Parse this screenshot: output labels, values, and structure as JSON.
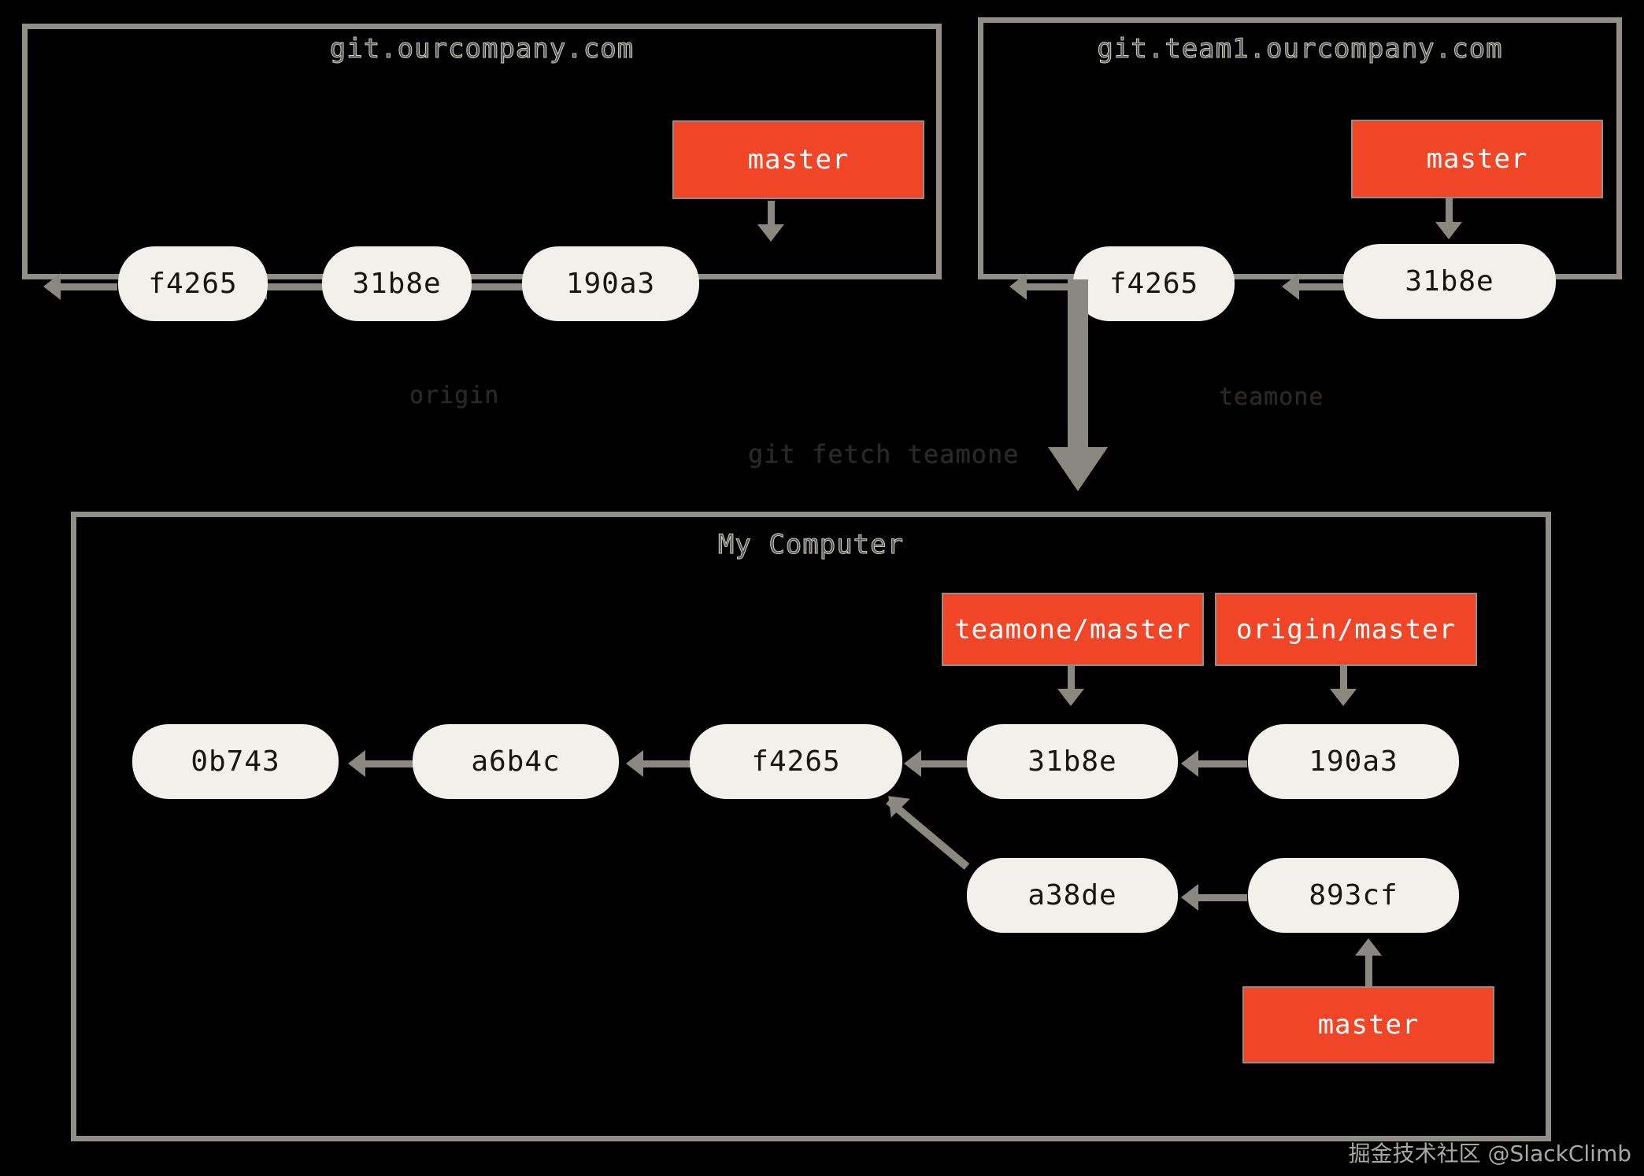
{
  "panels": {
    "origin": {
      "title": "git.ourcompany.com",
      "caption": "origin",
      "commits": [
        {
          "id": "f4265"
        },
        {
          "id": "31b8e"
        },
        {
          "id": "190a3"
        }
      ],
      "refs": [
        {
          "label": "master",
          "points_to": "190a3"
        }
      ]
    },
    "teamone": {
      "title": "git.team1.ourcompany.com",
      "caption": "teamone",
      "commits": [
        {
          "id": "f4265"
        },
        {
          "id": "31b8e"
        }
      ],
      "refs": [
        {
          "label": "master",
          "points_to": "31b8e"
        }
      ]
    },
    "local": {
      "title": "My Computer",
      "commits": [
        {
          "id": "0b743"
        },
        {
          "id": "a6b4c"
        },
        {
          "id": "f4265"
        },
        {
          "id": "31b8e"
        },
        {
          "id": "190a3"
        },
        {
          "id": "a38de"
        },
        {
          "id": "893cf"
        }
      ],
      "refs": [
        {
          "label": "teamone/master",
          "points_to": "31b8e"
        },
        {
          "label": "origin/master",
          "points_to": "190a3"
        },
        {
          "label": "master",
          "points_to": "893cf"
        }
      ]
    }
  },
  "fetch_label": "git fetch teamone",
  "watermark": "掘金技术社区 @SlackClimb",
  "colors": {
    "background": "#000000",
    "panel_border": "#908e87",
    "commit_fill": "#f1f0eb",
    "commit_text": "#17150f",
    "ref_fill": "#f04627",
    "ref_text": "#ffffff",
    "connector": "#8a8880",
    "panel_title_text": "#57554f",
    "caption_text": "#2a2824"
  },
  "chart_data": {
    "type": "diagram",
    "title": "Git remote tracking after fetching a second remote",
    "nodes": [
      {
        "name": "origin-f4265",
        "kind": "commit",
        "label": "f4265",
        "panel": "origin"
      },
      {
        "name": "origin-31b8e",
        "kind": "commit",
        "label": "31b8e",
        "panel": "origin"
      },
      {
        "name": "origin-190a3",
        "kind": "commit",
        "label": "190a3",
        "panel": "origin"
      },
      {
        "name": "origin-master",
        "kind": "ref",
        "label": "master",
        "panel": "origin"
      },
      {
        "name": "teamone-f4265",
        "kind": "commit",
        "label": "f4265",
        "panel": "teamone"
      },
      {
        "name": "teamone-31b8e",
        "kind": "commit",
        "label": "31b8e",
        "panel": "teamone"
      },
      {
        "name": "teamone-master",
        "kind": "ref",
        "label": "master",
        "panel": "teamone"
      },
      {
        "name": "local-0b743",
        "kind": "commit",
        "label": "0b743",
        "panel": "local"
      },
      {
        "name": "local-a6b4c",
        "kind": "commit",
        "label": "a6b4c",
        "panel": "local"
      },
      {
        "name": "local-f4265",
        "kind": "commit",
        "label": "f4265",
        "panel": "local"
      },
      {
        "name": "local-31b8e",
        "kind": "commit",
        "label": "31b8e",
        "panel": "local"
      },
      {
        "name": "local-190a3",
        "kind": "commit",
        "label": "190a3",
        "panel": "local"
      },
      {
        "name": "local-a38de",
        "kind": "commit",
        "label": "a38de",
        "panel": "local"
      },
      {
        "name": "local-893cf",
        "kind": "commit",
        "label": "893cf",
        "panel": "local"
      },
      {
        "name": "local-teamone-master",
        "kind": "ref",
        "label": "teamone/master",
        "panel": "local"
      },
      {
        "name": "local-origin-master",
        "kind": "ref",
        "label": "origin/master",
        "panel": "local"
      },
      {
        "name": "local-master",
        "kind": "ref",
        "label": "master",
        "panel": "local"
      }
    ],
    "edges": [
      {
        "from": "origin-31b8e",
        "to": "origin-f4265"
      },
      {
        "from": "origin-190a3",
        "to": "origin-31b8e"
      },
      {
        "from": "origin-master",
        "to": "origin-190a3"
      },
      {
        "from": "teamone-31b8e",
        "to": "teamone-f4265"
      },
      {
        "from": "teamone-master",
        "to": "teamone-31b8e"
      },
      {
        "from": "local-a6b4c",
        "to": "local-0b743"
      },
      {
        "from": "local-f4265",
        "to": "local-a6b4c"
      },
      {
        "from": "local-31b8e",
        "to": "local-f4265"
      },
      {
        "from": "local-190a3",
        "to": "local-31b8e"
      },
      {
        "from": "local-a38de",
        "to": "local-f4265"
      },
      {
        "from": "local-893cf",
        "to": "local-a38de"
      },
      {
        "from": "local-teamone-master",
        "to": "local-31b8e"
      },
      {
        "from": "local-origin-master",
        "to": "local-190a3"
      },
      {
        "from": "local-master",
        "to": "local-893cf"
      },
      {
        "from": "teamone-panel",
        "to": "local-panel",
        "label": "git fetch teamone"
      }
    ]
  }
}
